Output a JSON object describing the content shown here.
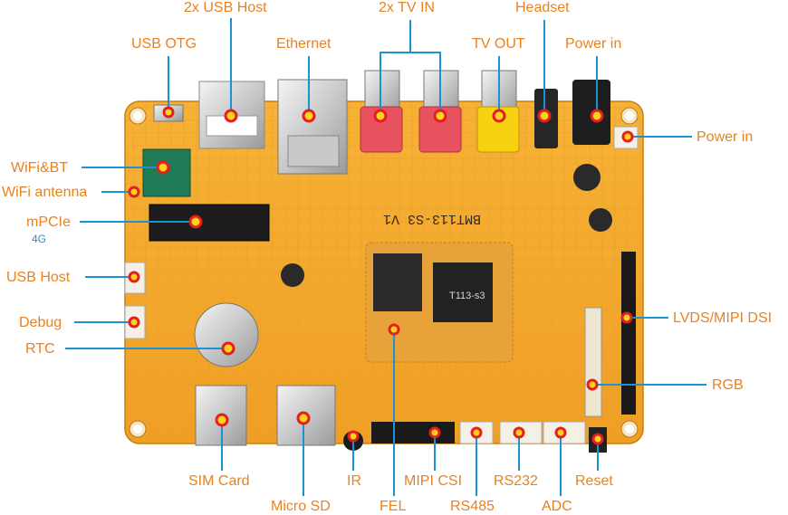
{
  "board": {
    "silkscreen": "BMT113-S3 V1",
    "soc_marking": "T113-s3"
  },
  "colors": {
    "board": "#f2a629",
    "label": "#e8821e",
    "leader": "#1e90d6",
    "marker_fill": "#ffd21e",
    "marker_ring": "#e32020",
    "sub_label": "#2a8fd0"
  },
  "labels": {
    "usb_host_top": "2x USB Host",
    "tv_in": "2x TV IN",
    "headset": "Headset",
    "usb_otg": "USB OTG",
    "ethernet": "Ethernet",
    "tv_out": "TV OUT",
    "power_in_top": "Power in",
    "power_in_right": "Power in",
    "wifi_bt": "WiFi&BT",
    "wifi_antenna": "WiFi antenna",
    "mpcie": "mPCIe",
    "mpcie_sub": "4G",
    "usb_host_left": "USB Host",
    "debug": "Debug",
    "rtc": "RTC",
    "lvds": "LVDS/MIPI DSI",
    "rgb": "RGB",
    "sim": "SIM Card",
    "microsd": "Micro SD",
    "ir": "IR",
    "fel": "FEL",
    "mipi_csi": "MIPI CSI",
    "rs485": "RS485",
    "rs232": "RS232",
    "adc": "ADC",
    "reset": "Reset"
  }
}
